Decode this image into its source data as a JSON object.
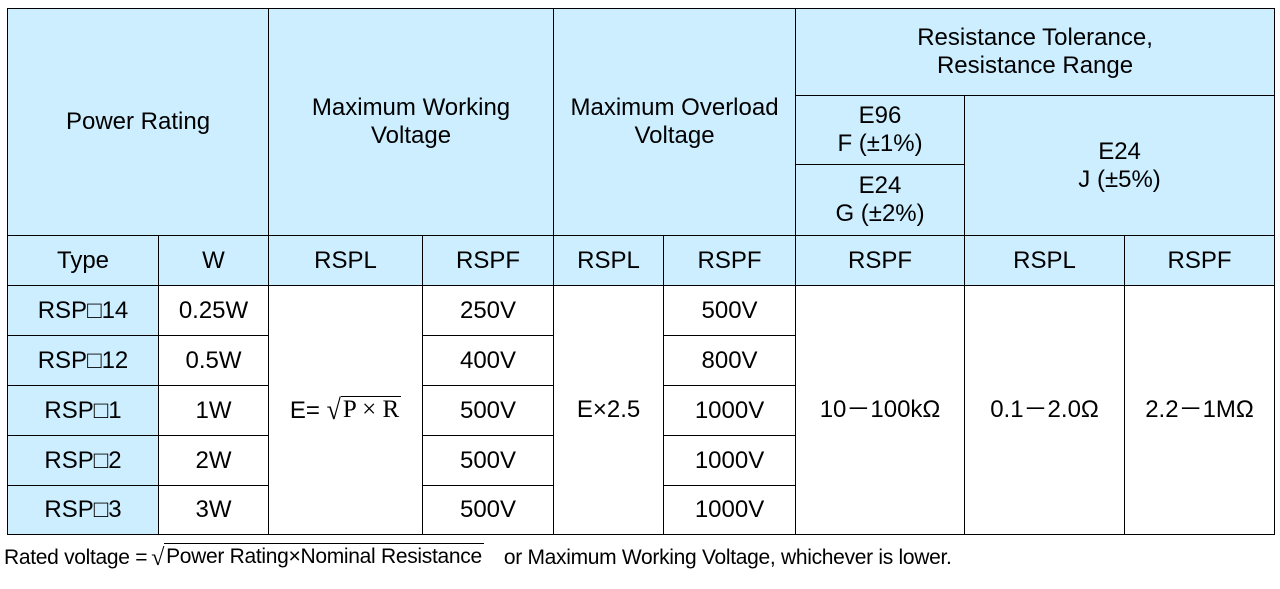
{
  "header": {
    "power_rating": "Power Rating",
    "max_working_voltage": [
      "Maximum Working",
      "Voltage"
    ],
    "max_overload_voltage": [
      "Maximum Overload",
      "Voltage"
    ],
    "resistance_group": [
      "Resistance Tolerance,",
      "Resistance Range"
    ],
    "e96_f": [
      "E96",
      "F (±1%)"
    ],
    "e24_g": [
      "E24",
      "G (±2%)"
    ],
    "e24_j": [
      "E24",
      "J (±5%)"
    ]
  },
  "subheader": [
    "Type",
    "W",
    "RSPL",
    "RSPF",
    "RSPL",
    "RSPF",
    "RSPF",
    "RSPL",
    "RSPF"
  ],
  "rows": [
    {
      "type": "RSP□14",
      "watt": "0.25W",
      "mwv_rspf": "250V",
      "mov_rspf": "500V"
    },
    {
      "type": "RSP□12",
      "watt": "0.5W",
      "mwv_rspf": "400V",
      "mov_rspf": "800V"
    },
    {
      "type": "RSP□1",
      "watt": "1W",
      "mwv_rspf": "500V",
      "mov_rspf": "1000V"
    },
    {
      "type": "RSP□2",
      "watt": "2W",
      "mwv_rspf": "500V",
      "mov_rspf": "1000V"
    },
    {
      "type": "RSP□3",
      "watt": "3W",
      "mwv_rspf": "500V",
      "mov_rspf": "1000V"
    }
  ],
  "merged": {
    "mwv_rspl_prefix": "E=",
    "mwv_rspl_radicand": "P × R",
    "mov_rspl": "E×2.5",
    "range_f_g_rspf": "10－100kΩ",
    "range_j_rspl": "0.1－2.0Ω",
    "range_j_rspf": "2.2－1MΩ"
  },
  "footnote": {
    "prefix": "Rated voltage =",
    "radicand": "Power Rating×Nominal Resistance",
    "suffix": "or Maximum Working Voltage, whichever is lower."
  },
  "colors": {
    "header_bg": "#cceeff",
    "border": "#000000"
  }
}
